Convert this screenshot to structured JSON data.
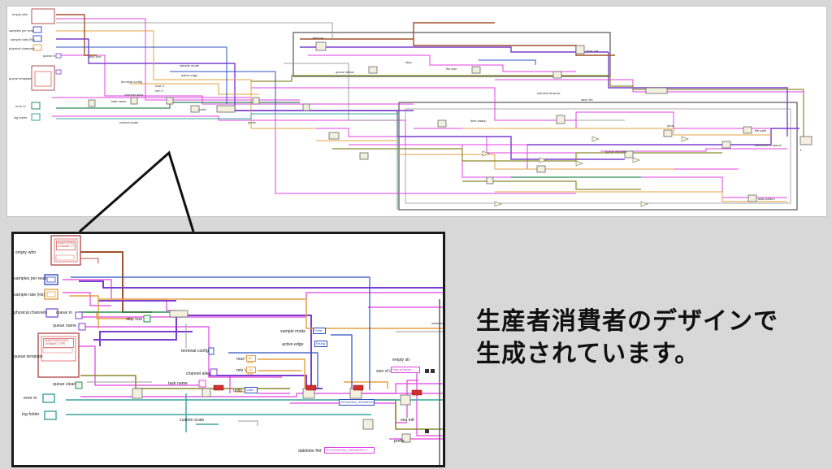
{
  "overview": {
    "labels": {
      "empty_wfm": "empty wfm",
      "samples_per_read": "samples per read",
      "sample_rate": "sample rate (Hz)",
      "physical_channels": "physical channels",
      "queue_template": "queue template",
      "error_in": "error in",
      "log_folder": "log folder",
      "queue_in": "queue in",
      "stop_true": "stop true",
      "sample_mode": "sample mode",
      "active_edge": "active edge",
      "terminal_config": "terminal config",
      "max_v": "max V",
      "min_v": "min V",
      "channel_alias": "channel alias",
      "task_name": "task name",
      "units": "units",
      "custom_scale": "custom scale",
      "timeout": "timeout",
      "stop": "stop",
      "error_out": "error out",
      "queue_status": "queue status",
      "file_size": "file size",
      "prefix": "prefix",
      "element_timeout": "element timeout",
      "save_file": "save file",
      "time_stamp": "time stamp",
      "queue_element": "queue element",
      "elements_in_queue": "elements in queue",
      "file_path": "file path",
      "data_written": "data written",
      "done": "done"
    }
  },
  "zoom": {
    "labels": {
      "empty_wfm": "empty wfm",
      "samples_per_read": "samples per read",
      "sample_rate": "sample rate (Hz)",
      "physical_channels": "physical channels",
      "queue_in": "queue in",
      "queue_name": "queue name",
      "queue_template": "queue template",
      "queue_clean": "queue clean",
      "stop_true": "stop true",
      "sample_mode": "sample mode",
      "active_edge": "active edge",
      "terminal_config": "terminal config",
      "max_v": "max V",
      "min_v": "min V",
      "channel_alias": "channel alias",
      "task_name": "task name",
      "units": "units",
      "error_in": "error in",
      "log_folder": "log folder",
      "custom_scale": "custom scale",
      "empty_str": "empty str",
      "size_of_items": "size of items",
      "seq_init": "seq init",
      "prefix": "prefix",
      "datetime_fmt": "datetime fmt"
    },
    "values": {
      "cluster_a": "WAVEFORM DATA\nDYNAMIC TYPE",
      "cluster_b": "WAVEFORM DATA\nDYNAMIC TYPE",
      "sample_mode_val": "Finite",
      "active_edge_val": "Rising",
      "units_val": "Volts",
      "max_val": "10",
      "min_val": "-10",
      "constant_val": "0",
      "seq_text": "%Y%m%d_%H%M%S",
      "size_text": "Size of items",
      "datetime_text": "%<%Y%m%d_%H%M%S>T"
    }
  },
  "caption": {
    "line1": "生産者消費者のデザインで",
    "line2": "生成されています。"
  },
  "colors": {
    "pink": "#e040e0",
    "purple": "#7a3fcf",
    "orange": "#e6a040",
    "brown": "#a0522d",
    "olive": "#8a8a2a",
    "green": "#2e8b57",
    "blue": "#3050c0",
    "gray": "#888888",
    "teal": "#3aa3a0",
    "dark": "#333333"
  }
}
